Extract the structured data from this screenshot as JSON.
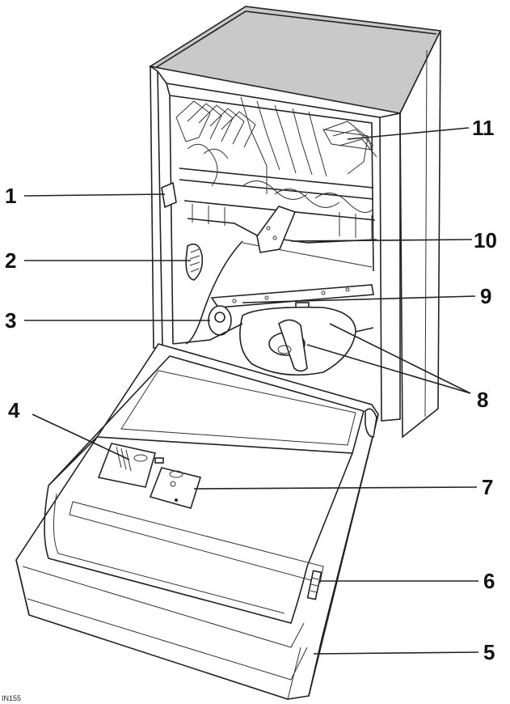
{
  "figure_code": "IN155",
  "callouts": [
    {
      "id": "1",
      "label": "1"
    },
    {
      "id": "2",
      "label": "2"
    },
    {
      "id": "3",
      "label": "3"
    },
    {
      "id": "4",
      "label": "4"
    },
    {
      "id": "5",
      "label": "5"
    },
    {
      "id": "6",
      "label": "6"
    },
    {
      "id": "7",
      "label": "7"
    },
    {
      "id": "8",
      "label": "8"
    },
    {
      "id": "9",
      "label": "9"
    },
    {
      "id": "10",
      "label": "10"
    },
    {
      "id": "11",
      "label": "11"
    }
  ],
  "colors": {
    "top_panel": "#c9c9c9",
    "line": "#222222",
    "background": "#ffffff"
  }
}
